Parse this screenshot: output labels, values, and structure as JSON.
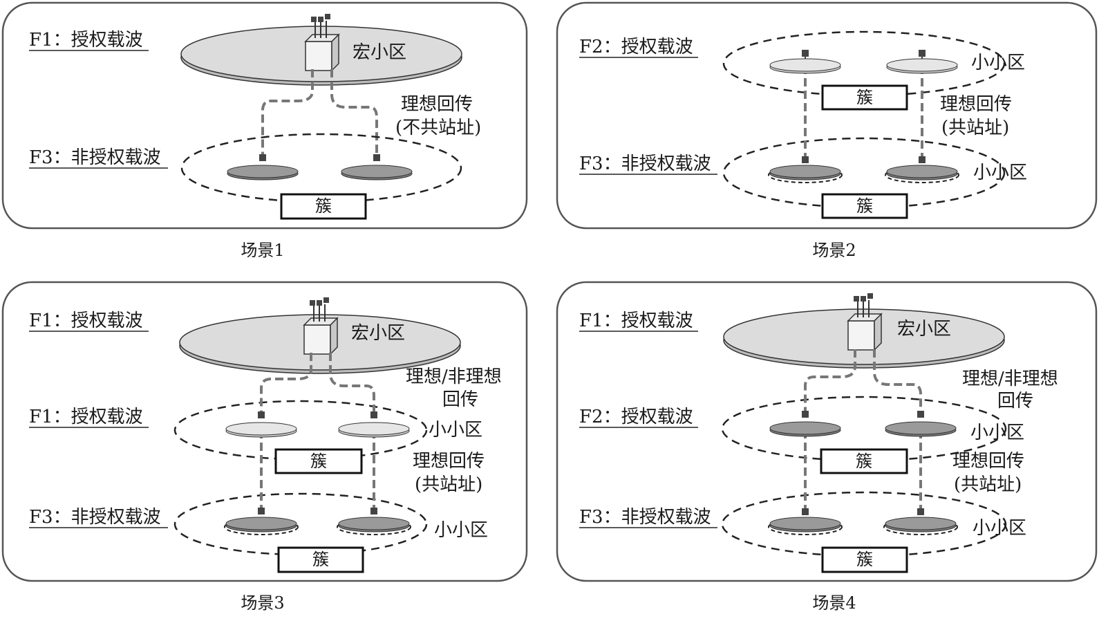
{
  "scenarios": [
    {
      "caption": "场景1",
      "freq_top": "F1：授权载波",
      "freq_bottom": "F3：非授权载波",
      "macro_label": "宏小区",
      "backhaul_line1": "理想回传",
      "backhaul_line2": "(不共站址)",
      "cluster_label": "簇"
    },
    {
      "caption": "场景2",
      "freq_top": "F2：授权载波",
      "freq_bottom": "F3：非授权载波",
      "small_cell_label_top": "小小区",
      "small_cell_label_bottom": "小小区",
      "backhaul_line1": "理想回传",
      "backhaul_line2": "(共站址)",
      "cluster_label_top": "簇",
      "cluster_label_bottom": "簇"
    },
    {
      "caption": "场景3",
      "freq_top": "F1：授权载波",
      "freq_mid": "F1：授权载波",
      "freq_bottom": "F3：非授权载波",
      "macro_label": "宏小区",
      "backhaul_top_line1": "理想/非理想",
      "backhaul_top_line2": "回传",
      "small_cell_label_mid": "小小区",
      "small_cell_label_bottom": "小小区",
      "backhaul_line1": "理想回传",
      "backhaul_line2": "(共站址)",
      "cluster_label_mid": "簇",
      "cluster_label_bottom": "簇"
    },
    {
      "caption": "场景4",
      "freq_top": "F1：授权载波",
      "freq_mid": "F2：授权载波",
      "freq_bottom": "F3：非授权载波",
      "macro_label": "宏小区",
      "backhaul_top_line1": "理想/非理想",
      "backhaul_top_line2": "回传",
      "small_cell_label_mid": "小小区",
      "small_cell_label_bottom": "小小区",
      "backhaul_line1": "理想回传",
      "backhaul_line2": "(共站址)",
      "cluster_label_mid": "簇",
      "cluster_label_bottom": "簇"
    }
  ],
  "colors": {
    "panel_border": "#555555",
    "macro_fill": "#dcdcdc",
    "licensed_small_fill": "#e6e6e6",
    "unlicensed_small_fill": "#9a9a9a",
    "backhaul_line": "#777777"
  }
}
